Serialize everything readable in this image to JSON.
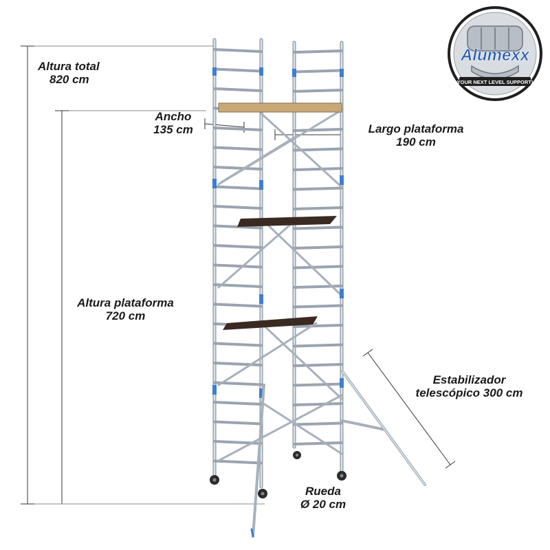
{
  "brand": {
    "name": "Alumexx",
    "slogan": "YOUR NEXT LEVEL SUPPORT!"
  },
  "labels": {
    "total_height": {
      "line1": "Altura total",
      "line2": "820 cm"
    },
    "width": {
      "line1": "Ancho",
      "line2": "135 cm"
    },
    "platform_length": {
      "line1": "Largo plataforma",
      "line2": "190 cm"
    },
    "platform_height": {
      "line1": "Altura plataforma",
      "line2": "720 cm"
    },
    "stabilizer": {
      "line1": "Estabilizador",
      "line2": "telescópico 300 cm"
    },
    "wheel": {
      "line1": "Rueda",
      "line2": "Ø 20 cm"
    }
  },
  "colors": {
    "aluminium": "#c4ccd6",
    "aluminium_edge": "#8a94a0",
    "clamp_blue": "#3d7fd0",
    "platform_wood": "#c9a877",
    "platform_dark": "#3a2a22",
    "dimension_line": "#333333",
    "logo_ring": "#1f1f1f",
    "logo_text": "#2a5db0"
  },
  "icons": {
    "wheel": "caster-wheel-icon",
    "logo": "fist-logo-icon"
  }
}
